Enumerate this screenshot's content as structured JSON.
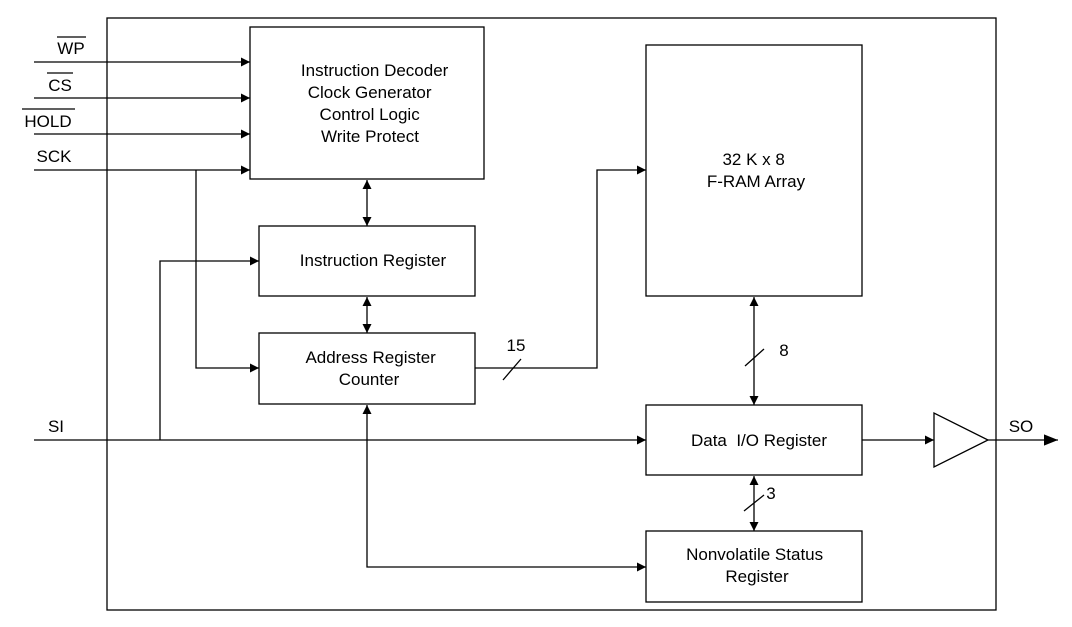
{
  "pins": {
    "wp": "WP",
    "cs": "CS",
    "hold": "HOLD",
    "sck": "SCK",
    "si": "SI",
    "so": "SO"
  },
  "blocks": {
    "control": [
      "Instruction Decoder",
      "Clock Generator",
      "Control Logic",
      "Write Protect"
    ],
    "instruction_register": [
      "Instruction Register"
    ],
    "address_register": [
      "Address Register",
      "Counter"
    ],
    "fram_array": [
      "32 K x 8",
      "F-RAM Array"
    ],
    "data_io_register": [
      "Data  I/O Register"
    ],
    "status_register": [
      "Nonvolatile Status",
      "Register"
    ]
  },
  "bus_widths": {
    "address": "15",
    "data": "8",
    "status": "3"
  }
}
